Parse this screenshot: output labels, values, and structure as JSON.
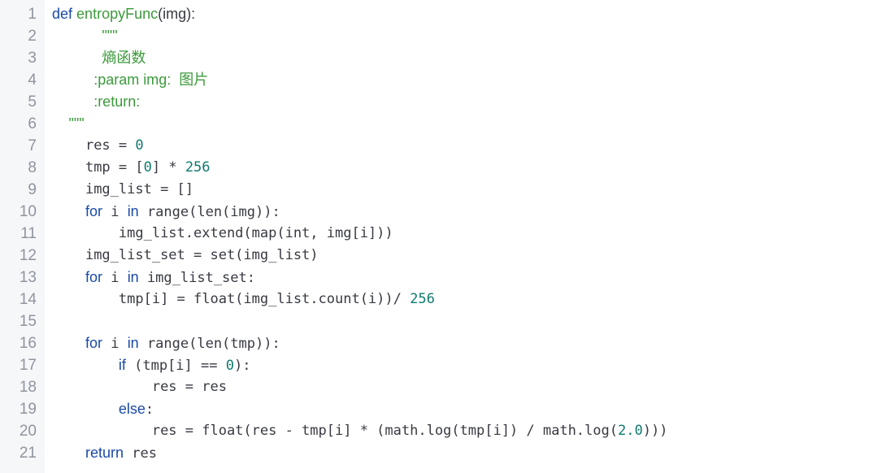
{
  "editor": {
    "line_numbers": [
      "1",
      "2",
      "3",
      "4",
      "5",
      "6",
      "7",
      "8",
      "9",
      "10",
      "11",
      "12",
      "13",
      "14",
      "15",
      "16",
      "17",
      "18",
      "19",
      "20",
      "21"
    ],
    "lines": {
      "l1": {
        "kw": "def",
        "name": "entropyFunc",
        "rest": "(img):"
      },
      "l2": {
        "indent": "      ",
        "doc": "\"\"\""
      },
      "l3": {
        "indent": "      ",
        "doc": "熵函数"
      },
      "l4": {
        "indent": "     ",
        "doc": ":param img:  图片"
      },
      "l5": {
        "indent": "     ",
        "doc": ":return:"
      },
      "l6": {
        "indent": "  ",
        "doc": "\"\"\""
      },
      "l7": {
        "indent": "    ",
        "a": "res = ",
        "n": "0"
      },
      "l8": {
        "indent": "    ",
        "a": "tmp = [",
        "n1": "0",
        "b": "] * ",
        "n2": "256"
      },
      "l9": {
        "indent": "    ",
        "a": "img_list = []"
      },
      "l10": {
        "indent": "    ",
        "kw1": "for",
        "a": " i ",
        "kw2": "in",
        "b": " range(len(img)):"
      },
      "l11": {
        "indent": "        ",
        "a": "img_list.extend(map(int, img[i]))"
      },
      "l12": {
        "indent": "    ",
        "a": "img_list_set = set(img_list)"
      },
      "l13": {
        "indent": "    ",
        "kw1": "for",
        "a": " i ",
        "kw2": "in",
        "b": " img_list_set:"
      },
      "l14": {
        "indent": "        ",
        "a": "tmp[i] = float(img_list.count(i))/ ",
        "n": "256"
      },
      "l15": {
        "text": ""
      },
      "l16": {
        "indent": "    ",
        "kw1": "for",
        "a": " i ",
        "kw2": "in",
        "b": " range(len(tmp)):"
      },
      "l17": {
        "indent": "        ",
        "kw": "if",
        "a": " (tmp[i] == ",
        "n": "0",
        "b": "):"
      },
      "l18": {
        "indent": "            ",
        "a": "res = res"
      },
      "l19": {
        "indent": "        ",
        "kw": "else",
        "a": ":"
      },
      "l20": {
        "indent": "            ",
        "a": "res = float(res - tmp[i] * (math.log(tmp[i]) / math.log(",
        "n": "2.0",
        "b": ")))"
      },
      "l21": {
        "indent": "    ",
        "kw": "return",
        "a": " res"
      }
    }
  },
  "colors": {
    "keyword": "#1a4aa8",
    "function_name": "#3b9a3b",
    "docstring": "#3b9a3b",
    "number": "#0f7a6d",
    "text": "#383a42",
    "gutter_bg": "#f6f7f9",
    "line_number": "#8f959e"
  }
}
